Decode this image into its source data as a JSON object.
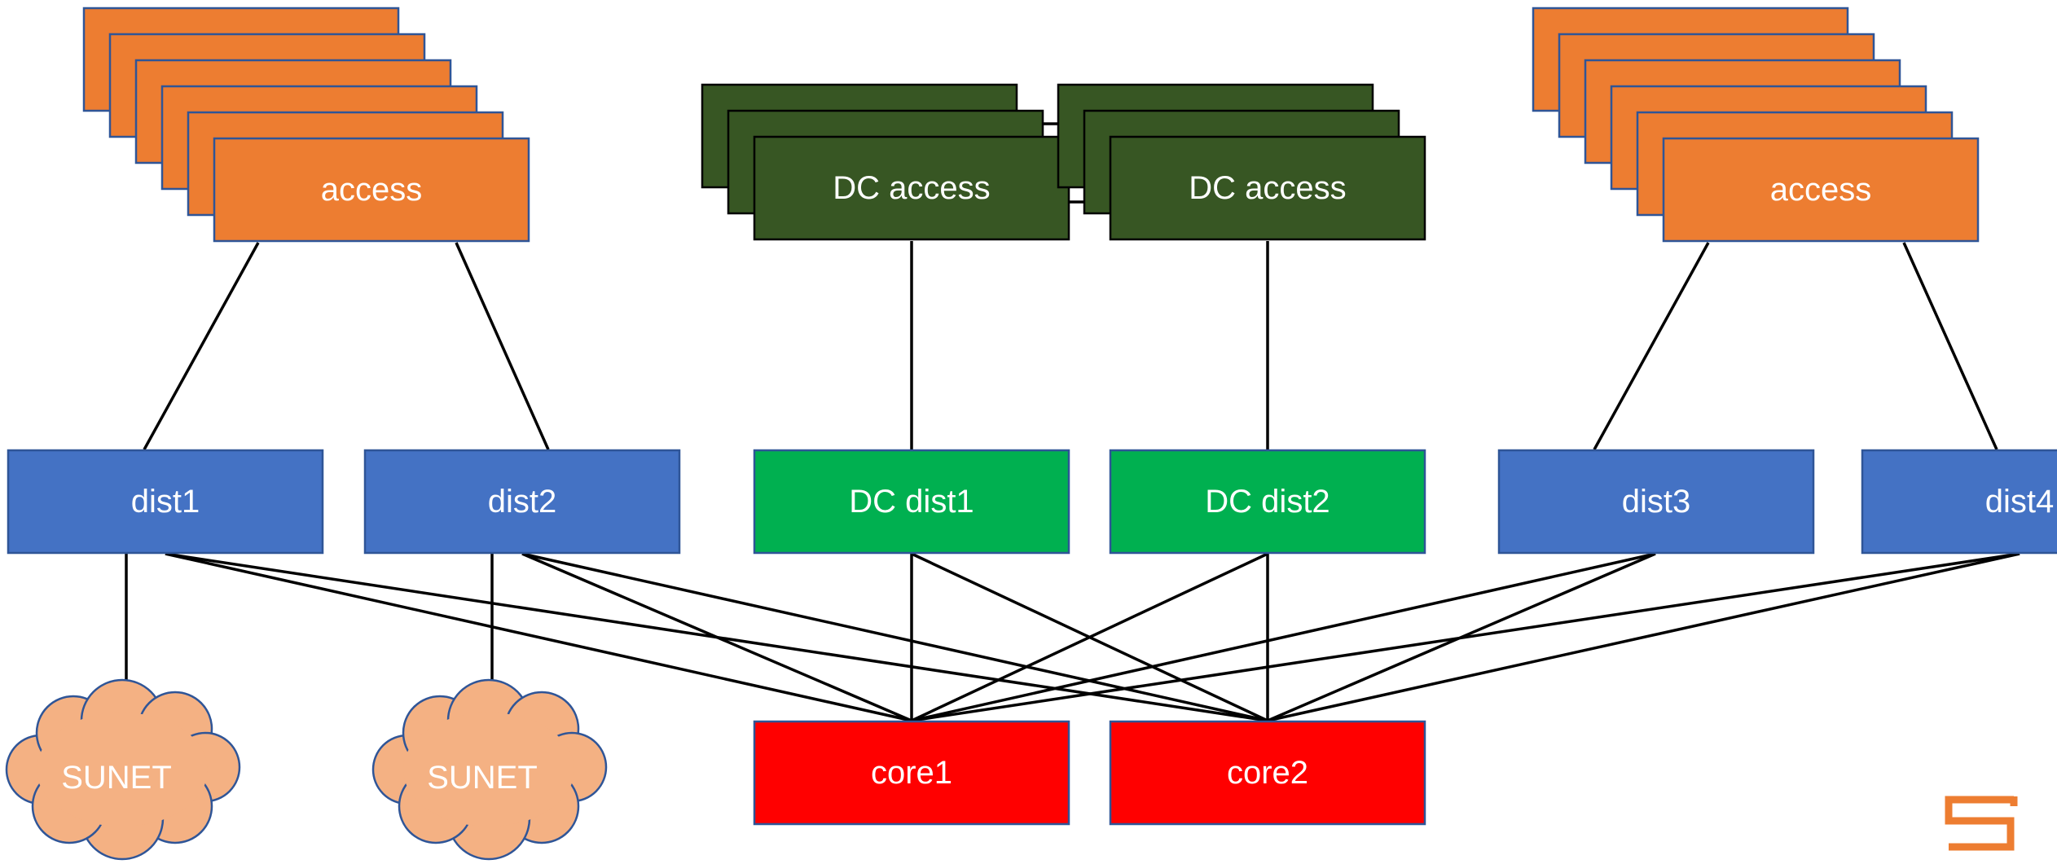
{
  "nodes": {
    "access_left": "access",
    "dc_access_1": "DC access",
    "dc_access_2": "DC access",
    "access_right": "access",
    "dist1": "dist1",
    "dist2": "dist2",
    "dc_dist1": "DC dist1",
    "dc_dist2": "DC dist2",
    "dist3": "dist3",
    "dist4": "dist4",
    "core1": "core1",
    "core2": "core2",
    "sunet_1": "SUNET",
    "sunet_2": "SUNET"
  },
  "colors": {
    "access": "#ED7D31",
    "dc_access": "#375623",
    "dist": "#4472C4",
    "dc_dist": "#00B050",
    "core": "#FF0000",
    "cloud": "#F4B183",
    "logo": "#ED7D31"
  },
  "links": [
    [
      "access_left",
      "dist1"
    ],
    [
      "access_left",
      "dist2"
    ],
    [
      "dc_access_1",
      "dc_dist1"
    ],
    [
      "dc_access_2",
      "dc_dist2"
    ],
    [
      "access_right",
      "dist3"
    ],
    [
      "access_right",
      "dist4"
    ],
    [
      "dist1",
      "sunet_1"
    ],
    [
      "dist2",
      "sunet_2"
    ],
    [
      "dist1",
      "core1"
    ],
    [
      "dist1",
      "core2"
    ],
    [
      "dist2",
      "core1"
    ],
    [
      "dist2",
      "core2"
    ],
    [
      "dc_dist1",
      "core1"
    ],
    [
      "dc_dist1",
      "core2"
    ],
    [
      "dc_dist2",
      "core1"
    ],
    [
      "dc_dist2",
      "core2"
    ],
    [
      "dist3",
      "core1"
    ],
    [
      "dist3",
      "core2"
    ],
    [
      "dist4",
      "core1"
    ],
    [
      "dist4",
      "core2"
    ]
  ],
  "logo_icon": "company-logo-icon"
}
